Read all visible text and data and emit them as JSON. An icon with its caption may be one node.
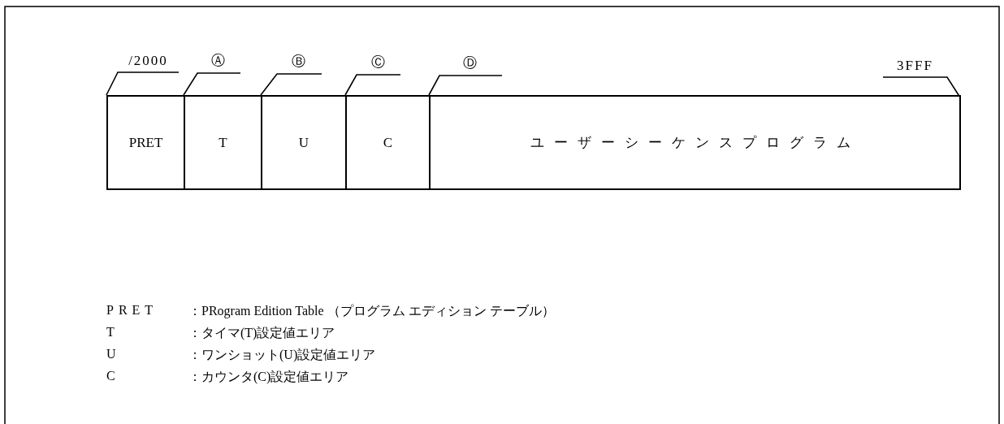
{
  "diagram": {
    "nodes": [
      {
        "text": [
          "PRET"
        ]
      },
      {
        "text": [
          "T"
        ]
      },
      {
        "text": [
          "U"
        ]
      },
      {
        "text": [
          "C"
        ]
      },
      {
        "text": [
          "ユーザーシーケンスプログラム"
        ]
      },
      {
        "text": [
          "/2000"
        ]
      },
      {
        "text": [
          "Ⓐ"
        ]
      },
      {
        "text": [
          "Ⓑ"
        ]
      },
      {
        "text": [
          "Ⓒ"
        ]
      },
      {
        "text": [
          "Ⓓ"
        ]
      },
      {
        "text": [
          "3FFF"
        ]
      }
    ],
    "edges": [
      {
        "from": 5,
        "to": 0,
        "arrow": "none"
      },
      {
        "from": 6,
        "to": 1,
        "arrow": "none"
      },
      {
        "from": 7,
        "to": 2,
        "arrow": "none"
      },
      {
        "from": 8,
        "to": 3,
        "arrow": "none"
      },
      {
        "from": 9,
        "to": 4,
        "arrow": "none"
      },
      {
        "from": 10,
        "to": 4,
        "arrow": "none"
      }
    ],
    "labels": [
      "PRET",
      "：PRogram Edition Table （プログラム エディション テーブル）",
      "T",
      "：タイマ(T)設定値エリア",
      "U",
      "：ワンショット(U)設定値エリア",
      "C",
      "：カウンタ(C)設定値エリア"
    ]
  }
}
